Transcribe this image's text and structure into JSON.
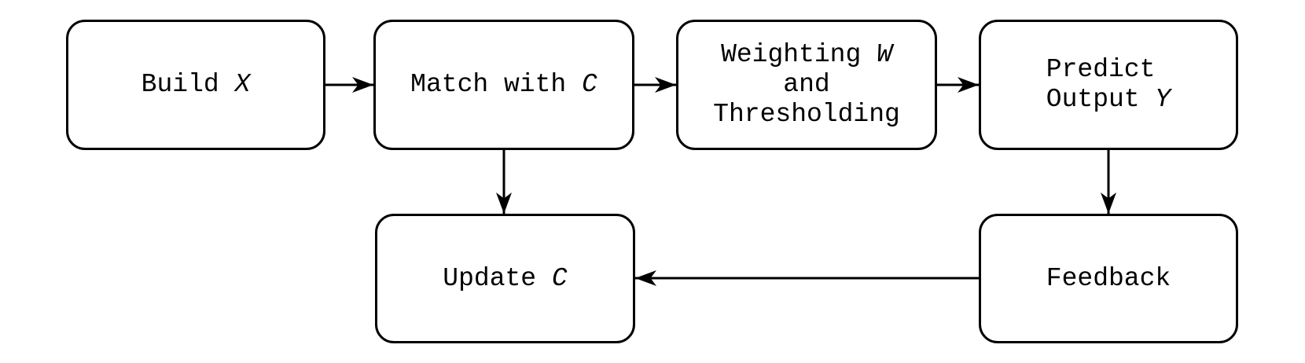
{
  "diagram": {
    "type": "flowchart",
    "colors": {
      "background": "#ffffff",
      "node_fill": "#ffffff",
      "stroke": "#000000",
      "text": "#000000"
    },
    "nodes": [
      {
        "id": "build-x",
        "label_plain": "Build X",
        "lines": [
          [
            {
              "t": "Build "
            },
            {
              "t": "X",
              "i": true
            }
          ]
        ]
      },
      {
        "id": "match-with-c",
        "label_plain": "Match with C",
        "lines": [
          [
            {
              "t": "Match with "
            },
            {
              "t": "C",
              "i": true
            }
          ]
        ]
      },
      {
        "id": "weighting-and-thresholding",
        "label_plain": "Weighting W and Thresholding",
        "lines": [
          [
            {
              "t": "Weighting "
            },
            {
              "t": "W",
              "i": true
            }
          ],
          [
            {
              "t": "and"
            }
          ],
          [
            {
              "t": "Thresholding"
            }
          ]
        ]
      },
      {
        "id": "predict-output-y",
        "label_plain": "Predict Output Y",
        "lines": [
          [
            {
              "t": "Predict"
            }
          ],
          [
            {
              "t": "Output "
            },
            {
              "t": "Y",
              "i": true
            }
          ]
        ]
      },
      {
        "id": "update-c",
        "label_plain": "Update C",
        "lines": [
          [
            {
              "t": "Update "
            },
            {
              "t": "C",
              "i": true
            }
          ]
        ]
      },
      {
        "id": "feedback",
        "label_plain": "Feedback",
        "lines": [
          [
            {
              "t": "Feedback"
            }
          ]
        ]
      }
    ],
    "edges": [
      {
        "from": "build-x",
        "to": "match-with-c",
        "direction": "right"
      },
      {
        "from": "match-with-c",
        "to": "weighting-and-thresholding",
        "direction": "right"
      },
      {
        "from": "weighting-and-thresholding",
        "to": "predict-output-y",
        "direction": "right"
      },
      {
        "from": "match-with-c",
        "to": "update-c",
        "direction": "down"
      },
      {
        "from": "predict-output-y",
        "to": "feedback",
        "direction": "down"
      },
      {
        "from": "feedback",
        "to": "update-c",
        "direction": "left"
      }
    ]
  }
}
